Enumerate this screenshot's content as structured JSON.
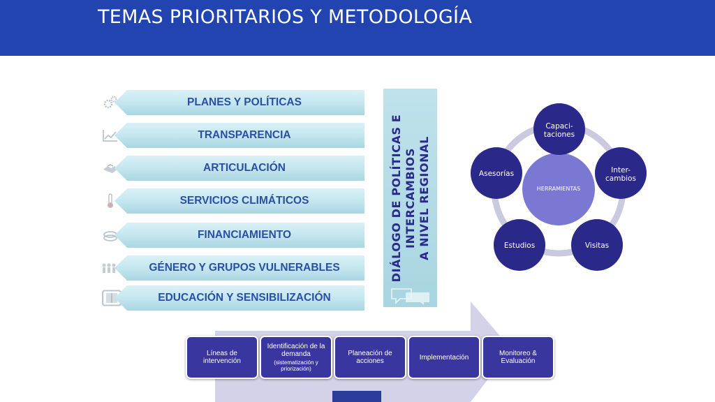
{
  "header": {
    "title": "TEMAS PRIORITARIOS Y METODOLOGÍA"
  },
  "themes": [
    {
      "label": "PLANES Y POLÍTICAS",
      "icon": "gears-icon"
    },
    {
      "label": "TRANSPARENCIA",
      "icon": "line-chart-icon"
    },
    {
      "label": "ARTICULACIÓN",
      "icon": "handshake-icon"
    },
    {
      "label": "SERVICIOS CLIMÁTICOS",
      "icon": "thermometer-icon"
    },
    {
      "label": "FINANCIAMIENTO",
      "icon": "coins-icon"
    },
    {
      "label": "GÉNERO Y GRUPOS VULNERABLES",
      "icon": "people-icon"
    },
    {
      "label": "EDUCACIÓN Y SENSIBILIZACIÓN",
      "icon": "book-icon"
    }
  ],
  "dialog": {
    "lines": [
      "DIÁLOGO DE POLÍTICAS E",
      "INTERCAMBIOS",
      "A NIVEL REGIONAL"
    ],
    "icon": "chat-bubbles-icon"
  },
  "tools": {
    "center": "HERRAMIENTAS",
    "nodes": [
      {
        "line1": "Capaci-",
        "line2": "taciones"
      },
      {
        "line1": "Inter-",
        "line2": "cambios"
      },
      {
        "line1": "Visitas",
        "line2": ""
      },
      {
        "line1": "Estudios",
        "line2": ""
      },
      {
        "line1": "Asesorías",
        "line2": ""
      }
    ]
  },
  "process": {
    "steps": [
      {
        "label": "Líneas de intervención",
        "note": ""
      },
      {
        "label": "Identificación de la demanda",
        "note": "(sistematización y priorización)"
      },
      {
        "label": "Planeación de acciones",
        "note": ""
      },
      {
        "label": "Implementación",
        "note": ""
      },
      {
        "label": "Monitoreo & Evaluación",
        "note": ""
      }
    ]
  },
  "colors": {
    "header": "#2244b0",
    "theme_text": "#2a4fa6",
    "node_fill": "#2a2888",
    "center_fill": "#7b78d4",
    "ring": "#c9c9e0",
    "step_fill": "#3a36a0",
    "arrow": "#d4d2e8"
  }
}
